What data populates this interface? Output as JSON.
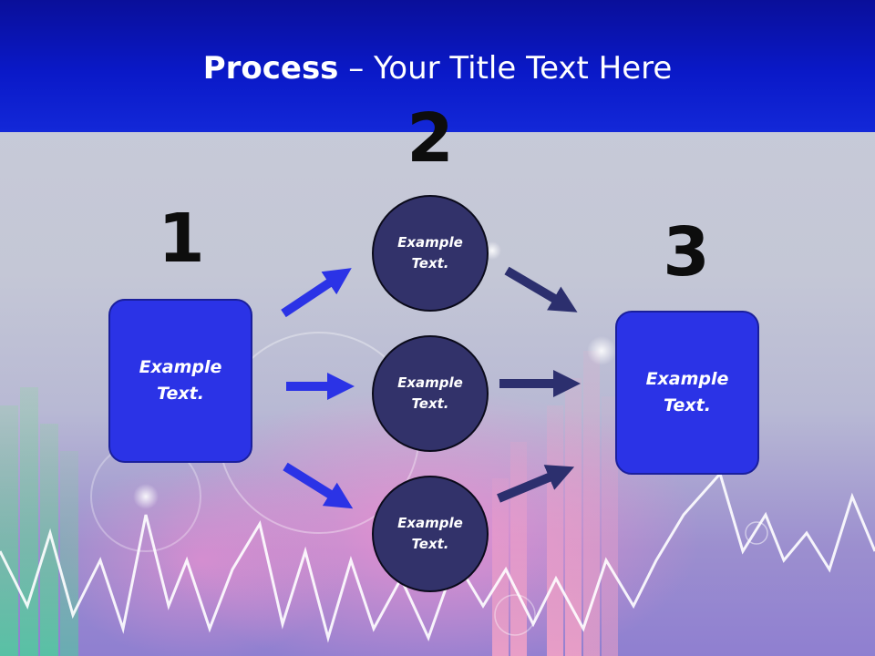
{
  "title": {
    "bold": "Process",
    "rest": " – Your Title Text Here"
  },
  "steps": [
    {
      "number": "1",
      "text": [
        "Example",
        "Text."
      ]
    },
    {
      "number": "2",
      "text": [
        [
          "Example",
          "Text."
        ],
        [
          "Example",
          "Text."
        ],
        [
          "Example",
          "Text."
        ]
      ]
    },
    {
      "number": "3",
      "text": [
        "Example",
        "Text."
      ]
    }
  ],
  "colors": {
    "header": "#0a19c8",
    "box_fill": "#2b33e6",
    "circle_fill": "#32326a",
    "arrow_blue": "#2b33e6",
    "arrow_navy": "#2c2f6e"
  }
}
